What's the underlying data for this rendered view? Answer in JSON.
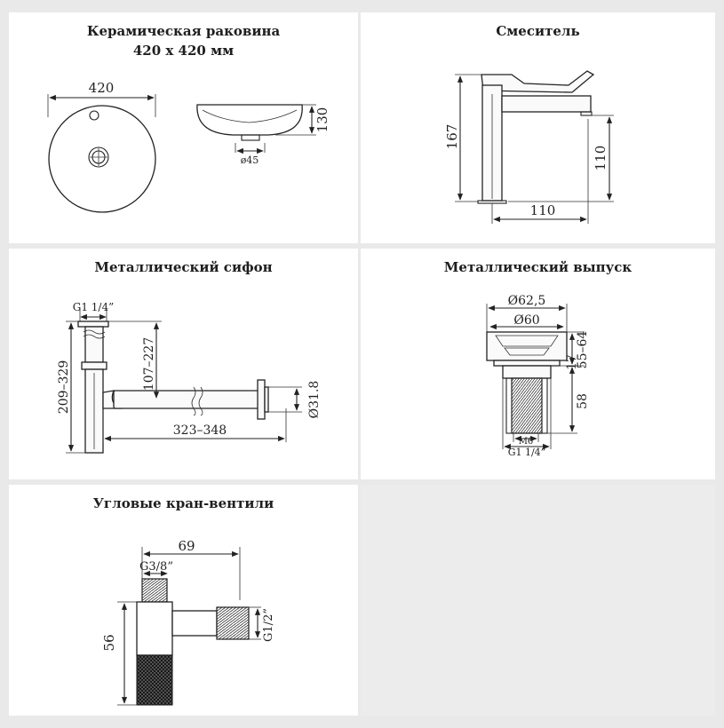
{
  "panels": {
    "sink": {
      "title_line1": "Керамическая раковина",
      "title_line2": "420 x 420 мм",
      "dim_width": "420",
      "dim_height": "130",
      "dim_drain": "ø45"
    },
    "faucet": {
      "title": "Смеситель",
      "dim_height": "167",
      "dim_spout_height": "110",
      "dim_reach": "110"
    },
    "siphon": {
      "title": "Металлический сифон",
      "dim_thread": "G1 1/4”",
      "dim_height": "209–329",
      "dim_inlet": "107–227",
      "dim_length": "323–348",
      "dim_pipe": "Ø31.8"
    },
    "drain": {
      "title": "Металлический выпуск",
      "dim_outer": "Ø62,5",
      "dim_inner": "Ø60",
      "dim_range": "55–64",
      "dim_cap": "17",
      "dim_length": "58",
      "dim_bolt": "M6",
      "dim_thread": "G1 1/4”"
    },
    "valve": {
      "title": "Угловые кран-вентили",
      "dim_length": "69",
      "dim_inlet": "G3/8”",
      "dim_height": "56",
      "dim_outlet": "G1/2”"
    }
  }
}
